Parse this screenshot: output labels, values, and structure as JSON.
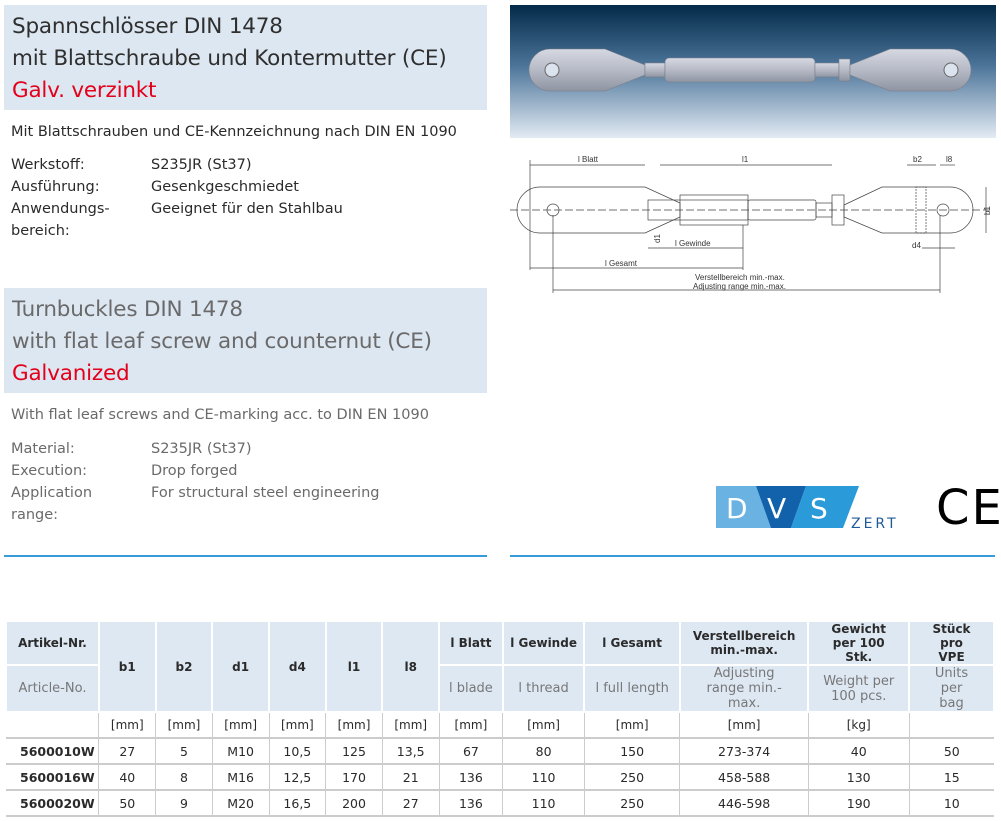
{
  "de": {
    "title1": "Spannschlösser DIN 1478",
    "title2": "mit Blattschraube und Kontermutter (CE)",
    "finish": "Galv. verzinkt",
    "intro": "Mit Blattschrauben und CE-Kennzeichnung nach DIN EN 1090",
    "specs": [
      {
        "k": "Werkstoff:",
        "v": "S235JR (St37)"
      },
      {
        "k": "Ausführung:",
        "v": "Gesenkgeschmiedet"
      },
      {
        "k": "Anwendungs-",
        "v": "Geeignet für den Stahlbau"
      },
      {
        "k": "bereich:",
        "v": ""
      }
    ]
  },
  "en": {
    "title1": "Turnbuckles DIN 1478",
    "title2": "with flat leaf screw and counternut (CE)",
    "finish": "Galvanized",
    "intro": "With flat leaf screws and CE-marking acc. to DIN EN 1090",
    "specs": [
      {
        "k": "Material:",
        "v": "S235JR (St37)"
      },
      {
        "k": "Execution:",
        "v": "Drop forged"
      },
      {
        "k": "Application",
        "v": "For structural steel engineering"
      },
      {
        "k": "range:",
        "v": ""
      }
    ]
  },
  "drawing": {
    "l_blatt": "l Blatt",
    "l1": "l1",
    "b2": "b2",
    "l8": "l8",
    "b1": "b1",
    "d1": "d1",
    "d4": "d4",
    "l_gewinde": "l Gewinde",
    "l_gesamt": "l Gesamt",
    "range_de": "Verstellbereich min.-max.",
    "range_en": "Adjusting range min.-max."
  },
  "logos": {
    "dvs_d": "D",
    "dvs_v": "V",
    "dvs_s": "S",
    "dvs_zert": "ZERT",
    "ce": "CE"
  },
  "colors": {
    "accent": "#3a9bd9",
    "red": "#e2001a",
    "header_bg": "#dee8f3"
  },
  "table": {
    "h_artikel_de": "Artikel-Nr.",
    "h_artikel_en": "Article-No.",
    "h_simple": [
      "b1",
      "b2",
      "d1",
      "d4",
      "l1",
      "l8"
    ],
    "h_dual": [
      {
        "de": "l Blatt",
        "en": "l blade"
      },
      {
        "de": "l Gewinde",
        "en": "l thread"
      },
      {
        "de": "l Gesamt",
        "en": "l full length"
      },
      {
        "de": "Verstellbereich min.-max.",
        "en": "Adjusting range min.-max."
      },
      {
        "de": "Gewicht per 100 Stk.",
        "en": "Weight per 100 pcs."
      },
      {
        "de": "Stück pro VPE",
        "en": "Units per bag"
      }
    ],
    "units": [
      "",
      "[mm]",
      "[mm]",
      "[mm]",
      "[mm]",
      "[mm]",
      "[mm]",
      "[mm]",
      "[mm]",
      "[mm]",
      "[mm]",
      "[kg]",
      ""
    ],
    "rows": [
      [
        "5600010W",
        "27",
        "5",
        "M10",
        "10,5",
        "125",
        "13,5",
        "67",
        "80",
        "150",
        "273-374",
        "40",
        "50"
      ],
      [
        "5600016W",
        "40",
        "8",
        "M16",
        "12,5",
        "170",
        "21",
        "136",
        "110",
        "250",
        "458-588",
        "130",
        "15"
      ],
      [
        "5600020W",
        "50",
        "9",
        "M20",
        "16,5",
        "200",
        "27",
        "136",
        "110",
        "250",
        "446-598",
        "190",
        "10"
      ]
    ]
  }
}
